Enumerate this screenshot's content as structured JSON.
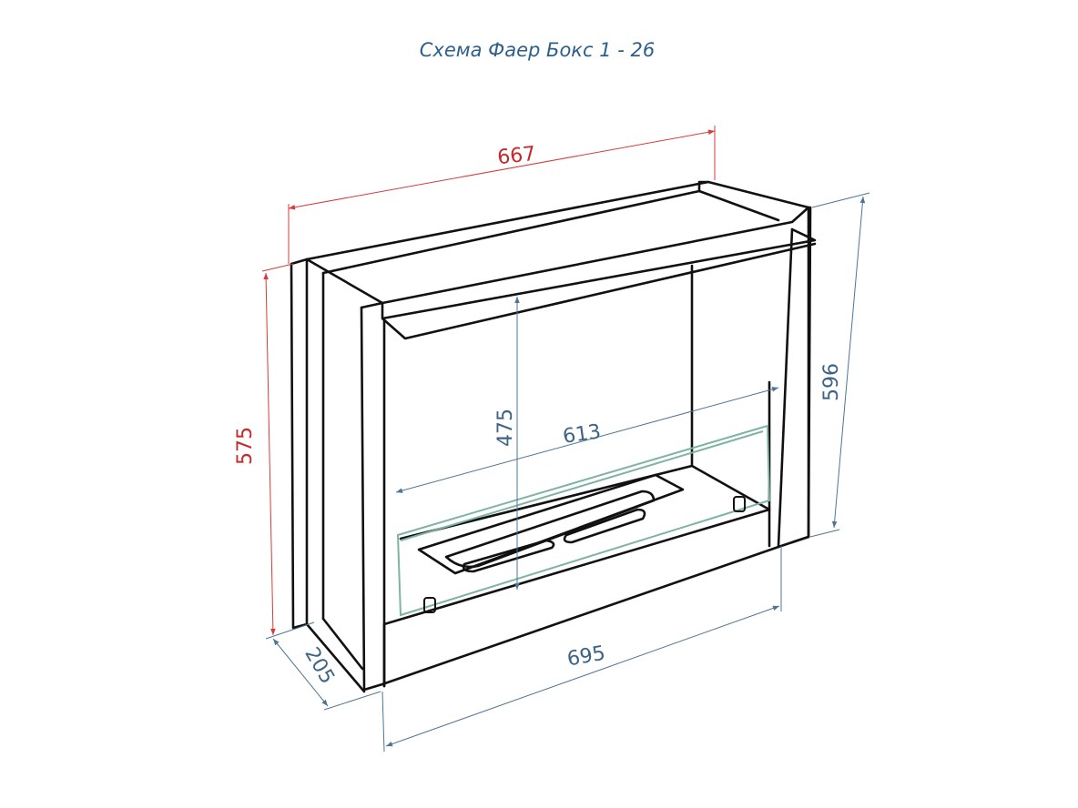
{
  "title": "Схема Фаер Бокс 1 - 26",
  "colors": {
    "title": "#2e5f8a",
    "outer_dims": "#c8282a",
    "inner_dims": "#3e6385",
    "glass": "#7fb3a6",
    "outline": "#111111"
  },
  "dimensions": {
    "top_width": "667",
    "outer_height": "575",
    "right_height": "596",
    "inner_height": "475",
    "inner_width": "613",
    "bottom_width": "695",
    "depth": "205"
  }
}
